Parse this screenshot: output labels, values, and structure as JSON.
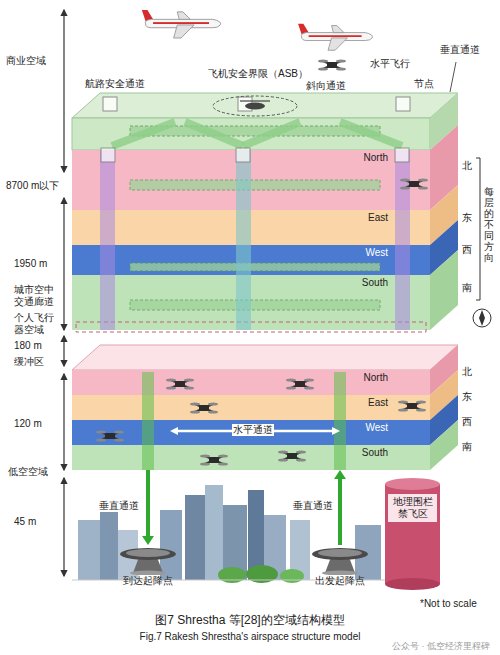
{
  "diagram": {
    "caption": "图7 Shrestha 等[28]的空域结构模型",
    "nodes": [
      {
        "text": [
          "North"
        ]
      },
      {
        "text": [
          "East"
        ]
      },
      {
        "text": [
          "West"
        ]
      },
      {
        "text": [
          "South"
        ]
      },
      {
        "text": [
          "North"
        ]
      },
      {
        "text": [
          "East"
        ]
      },
      {
        "text": [
          "West"
        ]
      },
      {
        "text": [
          "South"
        ]
      },
      {
        "text": [
          "地理围栏禁飞区"
        ]
      },
      {
        "text": [
          "到达起降点"
        ]
      },
      {
        "text": [
          "出发起降点"
        ]
      }
    ],
    "edges": [
      {
        "from": 7,
        "to": 9,
        "arrow": "to"
      },
      {
        "from": 10,
        "to": 7,
        "arrow": "to"
      }
    ],
    "labels": [
      "商业空域",
      "8700 m以下",
      "航路安全通道",
      "飞机安全界限（ASB）",
      "斜向通道",
      "水平飞行",
      "垂直通道",
      "节点",
      "1950 m",
      "城市空中交通廊道",
      "个人飞行器空域",
      "180 m",
      "北",
      "东",
      "西",
      "南",
      "每层的不同方向",
      "缓冲区",
      "120 m",
      "低空空域",
      "45 m",
      "北",
      "东",
      "西",
      "南",
      "水平通道",
      "垂直通道",
      "垂直通道",
      "*Not to scale",
      "Fig.7 Rakesh Shrestha's airspace structure model",
      "公众号 · 低空经济里程碑"
    ]
  }
}
